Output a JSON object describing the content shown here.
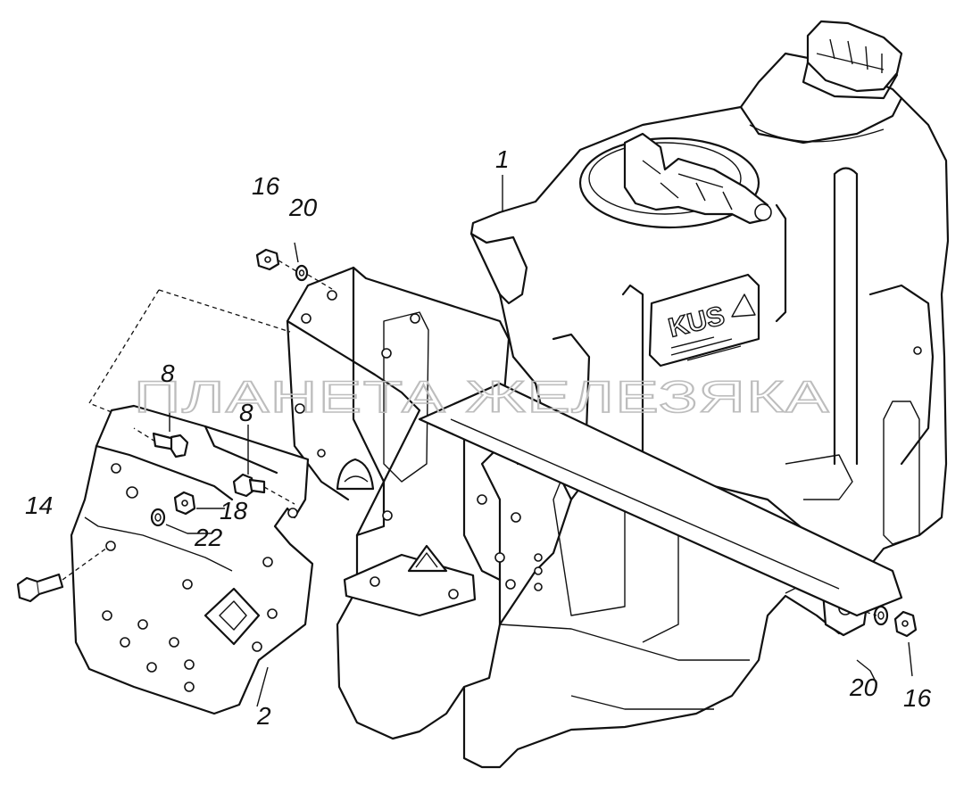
{
  "diagram": {
    "watermark": "ПЛАНЕТА ЖЕЛЕЗЯКА",
    "tank_logo": "KUS",
    "callouts": [
      {
        "id": "c-1",
        "text": "1"
      },
      {
        "id": "c-2",
        "text": "2"
      },
      {
        "id": "c-8a",
        "text": "8"
      },
      {
        "id": "c-8b",
        "text": "8"
      },
      {
        "id": "c-14",
        "text": "14"
      },
      {
        "id": "c-16a",
        "text": "16"
      },
      {
        "id": "c-20a",
        "text": "20"
      },
      {
        "id": "c-18",
        "text": "18"
      },
      {
        "id": "c-22",
        "text": "22"
      },
      {
        "id": "c-20b",
        "text": "20"
      },
      {
        "id": "c-16b",
        "text": "16"
      }
    ]
  }
}
